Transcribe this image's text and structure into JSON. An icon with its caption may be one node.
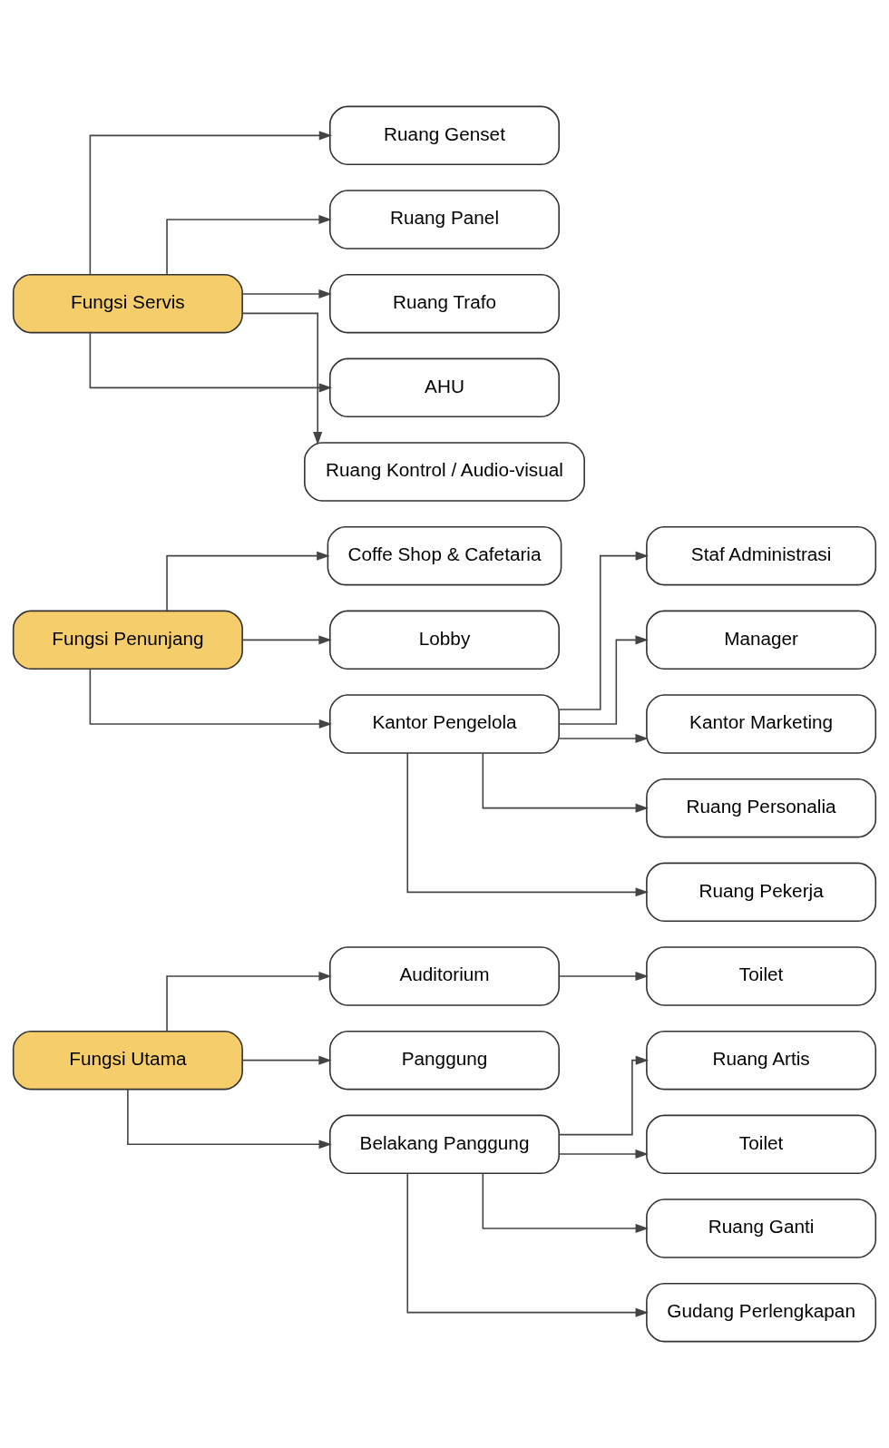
{
  "diagram": {
    "nodes": [
      {
        "text": [
          "Fungsi Utama"
        ]
      },
      {
        "text": [
          "Auditorium"
        ]
      },
      {
        "text": [
          "Toilet"
        ]
      },
      {
        "text": [
          "Panggung"
        ]
      },
      {
        "text": [
          "Ruang Artis"
        ]
      },
      {
        "text": [
          "Belakang Panggung"
        ]
      },
      {
        "text": [
          "Toilet"
        ]
      },
      {
        "text": [
          "Ruang Ganti"
        ]
      },
      {
        "text": [
          "Gudang Perlengkapan"
        ]
      },
      {
        "text": [
          "Coffe Shop & Cafetaria"
        ]
      },
      {
        "text": [
          "Fungsi Penunjang"
        ]
      },
      {
        "text": [
          "Lobby"
        ]
      },
      {
        "text": [
          "Staf Administrasi"
        ]
      },
      {
        "text": [
          "Kantor Pengelola"
        ]
      },
      {
        "text": [
          "Manager"
        ]
      },
      {
        "text": [
          "Kantor Marketing"
        ]
      },
      {
        "text": [
          "Ruang Personalia"
        ]
      },
      {
        "text": [
          "Ruang Pekerja"
        ]
      },
      {
        "text": [
          "Ruang Genset"
        ]
      },
      {
        "text": [
          "Ruang Panel"
        ]
      },
      {
        "text": [
          "Fungsi Servis"
        ]
      },
      {
        "text": [
          "Ruang Trafo"
        ]
      },
      {
        "text": [
          "AHU"
        ]
      },
      {
        "text": [
          "Ruang Kontrol / Audio-visual"
        ]
      }
    ],
    "edges": [
      {
        "from": 0,
        "to": 1,
        "arrow": "to"
      },
      {
        "from": 0,
        "to": 3,
        "arrow": "to"
      },
      {
        "from": 0,
        "to": 5,
        "arrow": "to"
      },
      {
        "from": 1,
        "to": 2,
        "arrow": "to"
      },
      {
        "from": 5,
        "to": 4,
        "arrow": "to"
      },
      {
        "from": 5,
        "to": 6,
        "arrow": "to"
      },
      {
        "from": 5,
        "to": 7,
        "arrow": "to"
      },
      {
        "from": 5,
        "to": 8,
        "arrow": "to"
      },
      {
        "from": 10,
        "to": 9,
        "arrow": "to"
      },
      {
        "from": 10,
        "to": 11,
        "arrow": "to"
      },
      {
        "from": 10,
        "to": 13,
        "arrow": "to"
      },
      {
        "from": 13,
        "to": 12,
        "arrow": "to"
      },
      {
        "from": 13,
        "to": 14,
        "arrow": "to"
      },
      {
        "from": 13,
        "to": 15,
        "arrow": "to"
      },
      {
        "from": 13,
        "to": 16,
        "arrow": "to"
      },
      {
        "from": 13,
        "to": 17,
        "arrow": "to"
      },
      {
        "from": 20,
        "to": 18,
        "arrow": "to"
      },
      {
        "from": 20,
        "to": 19,
        "arrow": "to"
      },
      {
        "from": 20,
        "to": 21,
        "arrow": "to"
      },
      {
        "from": 20,
        "to": 22,
        "arrow": "to"
      },
      {
        "from": 20,
        "to": 23,
        "arrow": "to"
      }
    ]
  }
}
